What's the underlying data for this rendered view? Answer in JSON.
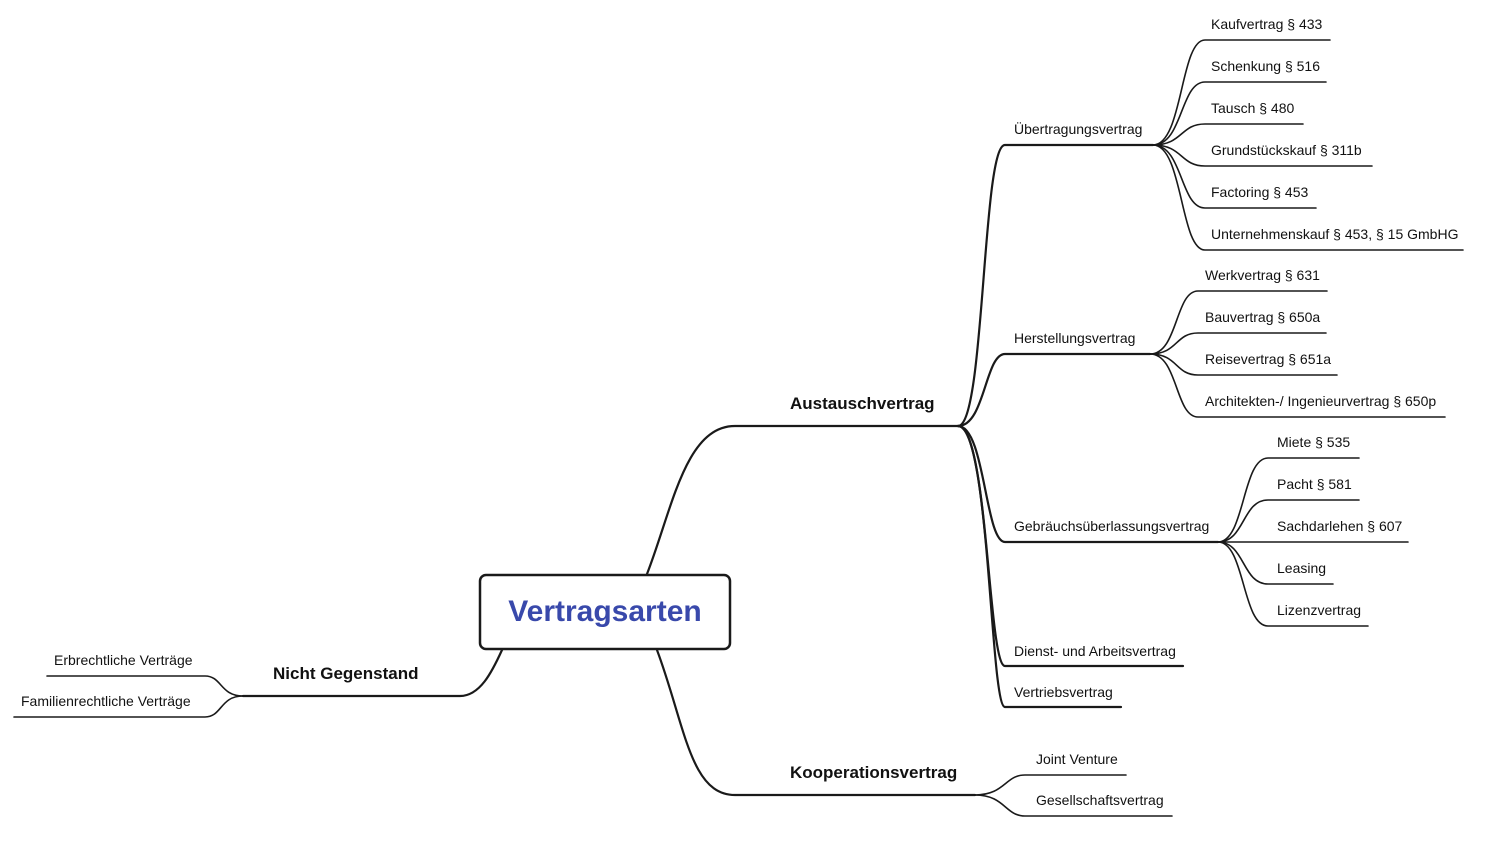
{
  "root": {
    "label": "Vertragsarten"
  },
  "branches": {
    "austausch": {
      "label": "Austauschvertrag",
      "children": {
        "uebertragung": {
          "label": "Übertragungsvertrag",
          "leaves": [
            "Kaufvertrag § 433",
            "Schenkung § 516",
            "Tausch § 480",
            "Grundstückskauf § 311b",
            "Factoring § 453",
            "Unternehmenskauf § 453, § 15 GmbHG"
          ]
        },
        "herstellung": {
          "label": "Herstellungsvertrag",
          "leaves": [
            "Werkvertrag § 631",
            "Bauvertrag § 650a",
            "Reisevertrag § 651a",
            "Architekten-/ Ingenieurvertrag § 650p"
          ]
        },
        "gebrauch": {
          "label": "Gebräuchsüberlassungsvertrag",
          "leaves": [
            "Miete § 535",
            "Pacht § 581",
            "Sachdarlehen § 607",
            "Leasing",
            "Lizenzvertrag"
          ]
        },
        "dienst": {
          "label": "Dienst- und Arbeitsvertrag"
        },
        "vertrieb": {
          "label": "Vertriebsvertrag"
        }
      }
    },
    "kooperation": {
      "label": "Kooperationsvertrag",
      "leaves": [
        "Joint Venture",
        "Gesellschaftsvertrag"
      ]
    },
    "nicht": {
      "label": "Nicht Gegenstand",
      "leaves": [
        "Erbrechtliche Verträge",
        "Familienrechtliche Verträge"
      ]
    }
  }
}
